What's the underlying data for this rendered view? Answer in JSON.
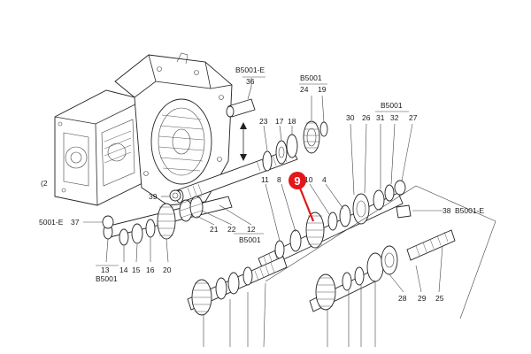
{
  "diagram": {
    "labels": {
      "l36": "36",
      "l24": "24",
      "l19": "19",
      "l23": "23",
      "l17": "17",
      "l18": "18",
      "l30": "30",
      "l26": "26",
      "l31": "31",
      "l32": "32",
      "l27": "27",
      "l2": "(2",
      "l39": "39",
      "l11": "11",
      "l8": "8",
      "l10": "10",
      "l4": "4",
      "l37": "37",
      "l21": "21",
      "l22": "22",
      "l12": "12",
      "l38": "38",
      "l14": "14",
      "l15": "15",
      "l16": "16",
      "l20": "20",
      "l13": "13",
      "l28": "28",
      "l29": "29",
      "l25": "25"
    },
    "refs": {
      "r_b5001e_top": "B5001-E",
      "r_b5001_top": "B5001",
      "r_b5001_right": "B5001",
      "r_5001e_left": "5001-E",
      "r_b5001_mid": "B5001",
      "r_b5001e_right": "B5001-E",
      "r_b5001_bottom": "B5001"
    },
    "callout": {
      "number": "9",
      "color": "#e3161b"
    }
  }
}
